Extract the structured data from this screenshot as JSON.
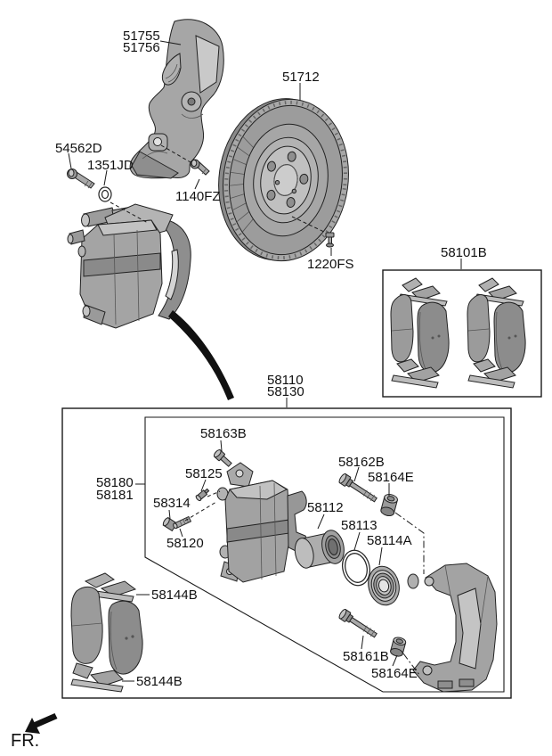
{
  "labels": {
    "shield_a": "51755",
    "shield_b": "51756",
    "disc": "51712",
    "shield_bolt": "54562D",
    "washer": "1351JD",
    "shield_screw": "1140FZ",
    "disc_screw": "1220FS",
    "pad_kit": "58101B",
    "caliper_assy_a": "58110",
    "caliper_assy_b": "58130",
    "carrier_kit_a": "58180",
    "carrier_kit_b": "58181",
    "cap_58163b": "58163B",
    "bleeder": "58125",
    "bushing": "58314",
    "guide_pin": "58120",
    "rod_upper": "58162B",
    "rod_cap_upper": "58164E",
    "piston": "58112",
    "piston_seal": "58113",
    "piston_boot": "58114A",
    "pad_clip_upper": "58144B",
    "pad_clip_lower": "58144B",
    "rod_lower": "58161B",
    "rod_cap_lower": "58164E",
    "fr": "FR."
  },
  "colors": {
    "background": "#ffffff",
    "line": "#1a1a1a",
    "part_light": "#c4c4c4",
    "part_mid": "#a4a4a4",
    "part_dark": "#8a8a8a"
  }
}
